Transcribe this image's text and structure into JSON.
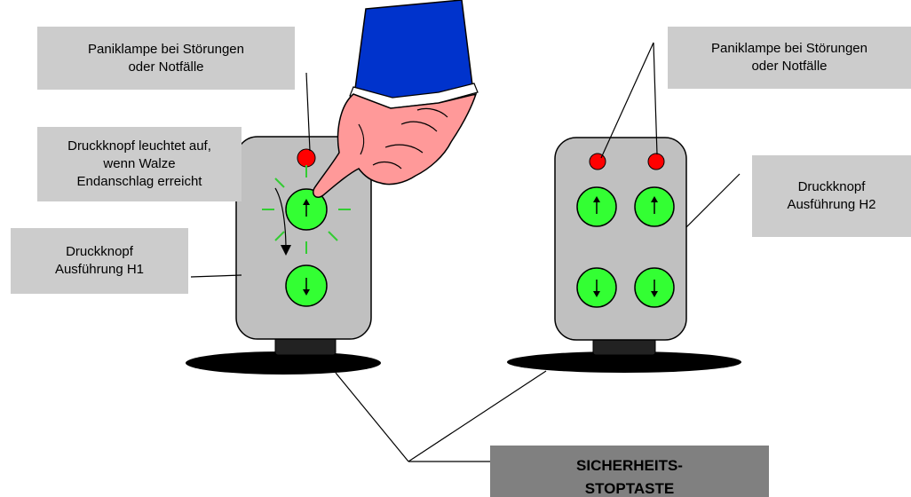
{
  "labels": {
    "panic_left": [
      "Paniklampe bei Störungen",
      "oder Notfälle"
    ],
    "panic_right": [
      "Paniklampe bei Störungen",
      "oder Notfälle"
    ],
    "button_light": [
      "Druckknopf leuchtet auf,",
      "wenn Walze",
      "Endanschlag erreicht"
    ],
    "h1": [
      "Druckknopf",
      "Ausführung H1"
    ],
    "h2": [
      "Druckknopf",
      "Ausführung H2"
    ],
    "safety_stop": [
      "SICHERHEITS-",
      "STOPTASTE"
    ]
  },
  "colors": {
    "panel": "#c0c0c0",
    "label_bg": "#cccccc",
    "stop_label_bg": "#808080",
    "button_green": "#33ff33",
    "lamp_red": "#ff0000",
    "glow": "#33cc33",
    "sleeve": "#0033cc",
    "hand": "#ff9999"
  },
  "icons": {
    "up_button": "arrow-up-icon",
    "down_button": "arrow-down-icon"
  }
}
